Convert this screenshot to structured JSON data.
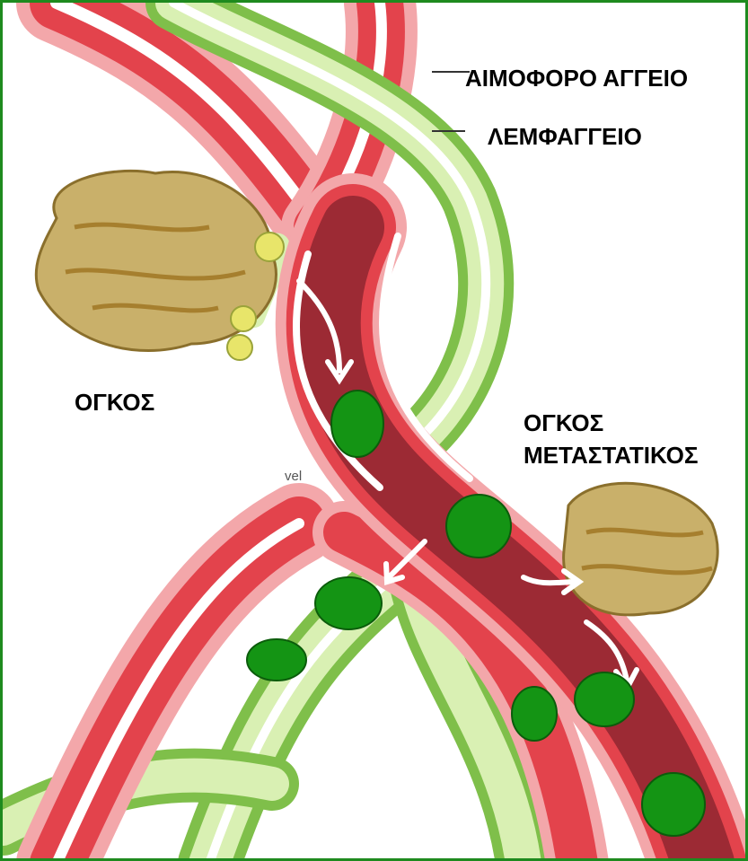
{
  "labels": {
    "blood_vessel": "ΑΙΜΟΦΟΡΟ ΑΓΓΕΙΟ",
    "lymph_vessel": "ΛΕΜΦΑΓΓΕΙΟ",
    "tumor": "ΟΓΚΟΣ",
    "metastatic_tumor_line1": "ΟΓΚΟΣ",
    "metastatic_tumor_line2": "ΜΕΤΑΣΤΑΤΙΚΟΣ",
    "fragment": "vel"
  },
  "colors": {
    "border": "#1e8a1e",
    "vessel_red": "#e0454e",
    "vessel_inner": "#9c2a34",
    "lymph_green": "#b9e08c",
    "tumor": "#c9b06a",
    "cell": "#149414"
  },
  "icons": [
    "flow-arrow",
    "cancer-cell"
  ]
}
